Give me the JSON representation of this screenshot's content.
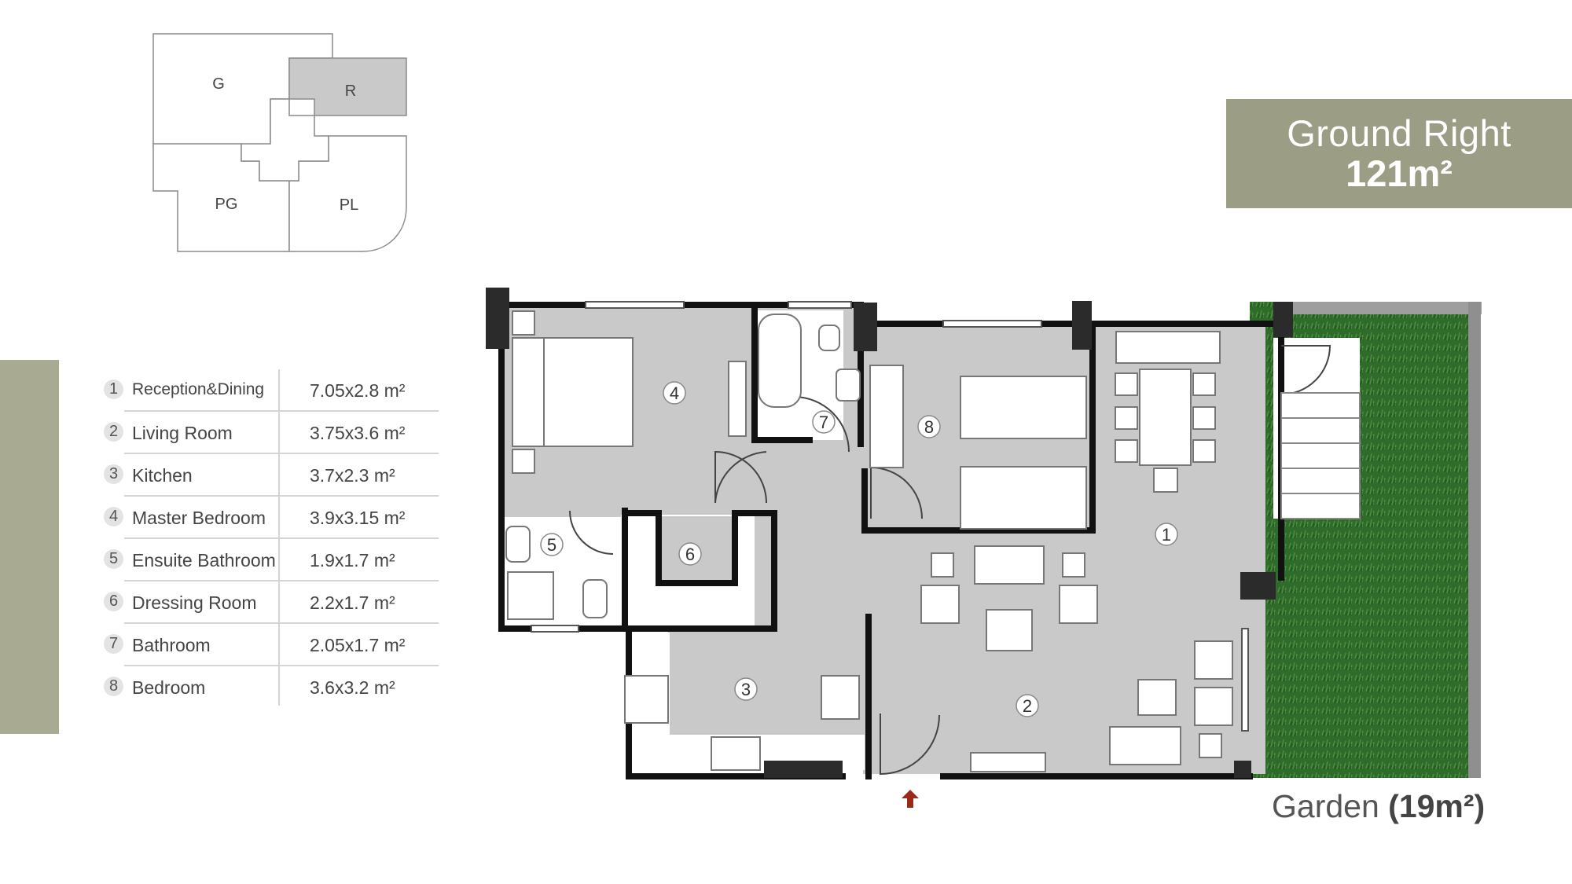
{
  "header": {
    "unit_name": "Ground Right",
    "unit_area": "121m²"
  },
  "key_plan": {
    "blocks": [
      "G",
      "R",
      "PG",
      "PL"
    ],
    "highlighted": "R"
  },
  "rooms": [
    {
      "number": "1",
      "name": "Reception&Dining",
      "size": "7.05x2.8 m²"
    },
    {
      "number": "2",
      "name": "Living Room",
      "size": "3.75x3.6 m²"
    },
    {
      "number": "3",
      "name": "Kitchen",
      "size": "3.7x2.3 m²"
    },
    {
      "number": "4",
      "name": "Master Bedroom",
      "size": "3.9x3.15 m²"
    },
    {
      "number": "5",
      "name": "Ensuite Bathroom",
      "size": "1.9x1.7 m²"
    },
    {
      "number": "6",
      "name": "Dressing Room",
      "size": "2.2x1.7 m²"
    },
    {
      "number": "7",
      "name": "Bathroom",
      "size": "2.05x1.7 m²"
    },
    {
      "number": "8",
      "name": "Bedroom",
      "size": "3.6x3.2 m²"
    }
  ],
  "garden": {
    "label": "Garden",
    "area": "(19m²)"
  },
  "colors": {
    "accent": "#9b9d84",
    "floor": "#c9c9c9",
    "wall": "#111111",
    "garden": "#2f6b2a",
    "entrance_arrow": "#9a2a17"
  }
}
